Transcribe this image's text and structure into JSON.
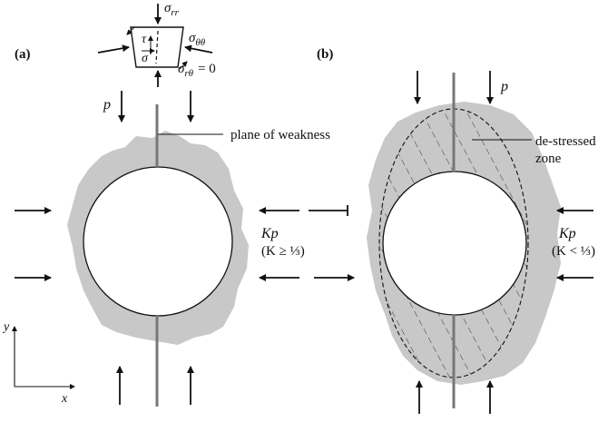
{
  "panels": {
    "a": {
      "label": "(a)",
      "load_top": "p",
      "plane_label": "plane of weakness",
      "load_side": "Kp",
      "condition": "(K ≥ ⅓)"
    },
    "b": {
      "label": "(b)",
      "load_top": "p",
      "zone_label_1": "de-stressed",
      "zone_label_2": "zone",
      "load_side": "Kp",
      "condition": "(K < ⅓)"
    }
  },
  "element": {
    "sigma_rr": "σ",
    "sigma_rr_sub": "rr",
    "sigma_tt": "σ",
    "sigma_tt_sub": "θθ",
    "tau": "τ",
    "sigma": "σ",
    "sigma_rt": "σ",
    "sigma_rt_sub": "rθ",
    "sigma_rt_eq": "= 0"
  },
  "axes": {
    "y": "y",
    "x": "x"
  },
  "colors": {
    "zone": "#c8c8c8",
    "ink": "#111111",
    "rod": "#777777"
  }
}
